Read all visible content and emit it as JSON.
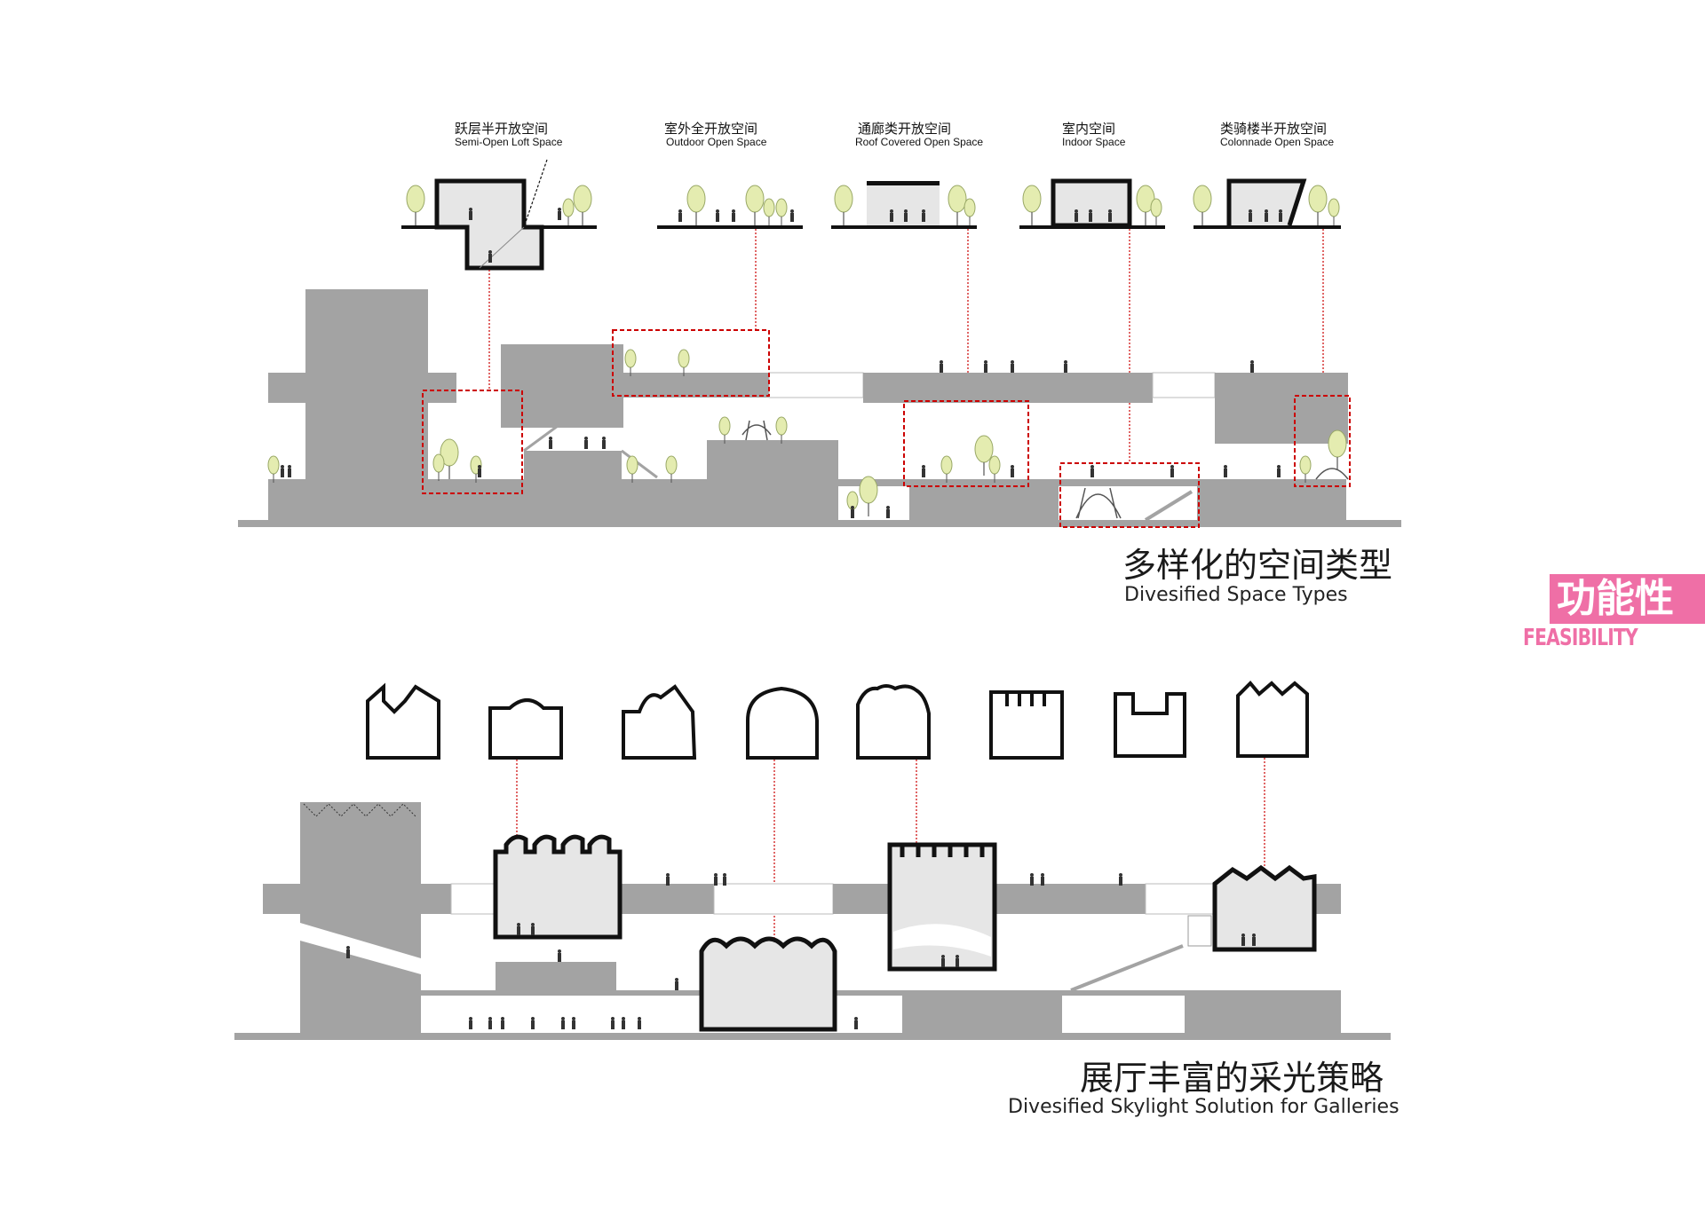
{
  "space_types": [
    {
      "zh": "跃层半开放空间",
      "en": "Semi-Open Loft Space"
    },
    {
      "zh": "室外全开放空间",
      "en": "Outdoor Open Space"
    },
    {
      "zh": "通廊类开放空间",
      "en": "Roof Covered Open Space"
    },
    {
      "zh": "室内空间",
      "en": "Indoor Space"
    },
    {
      "zh": "类骑楼半开放空间",
      "en": "Colonnade Open Space"
    }
  ],
  "section1": {
    "title_zh": "多样化的空间类型",
    "title_en": "Divesified Space Types"
  },
  "section2": {
    "title_zh": "展厅丰富的采光策略",
    "title_en": "Divesified Skylight Solution for Galleries"
  },
  "tag": {
    "zh": "功能性",
    "en": "FEASIBILITY"
  },
  "colors": {
    "gray": "#a3a3a3",
    "tree": "#e4ecb0",
    "accent": "#ef6fa6",
    "dash": "#cc0000"
  }
}
